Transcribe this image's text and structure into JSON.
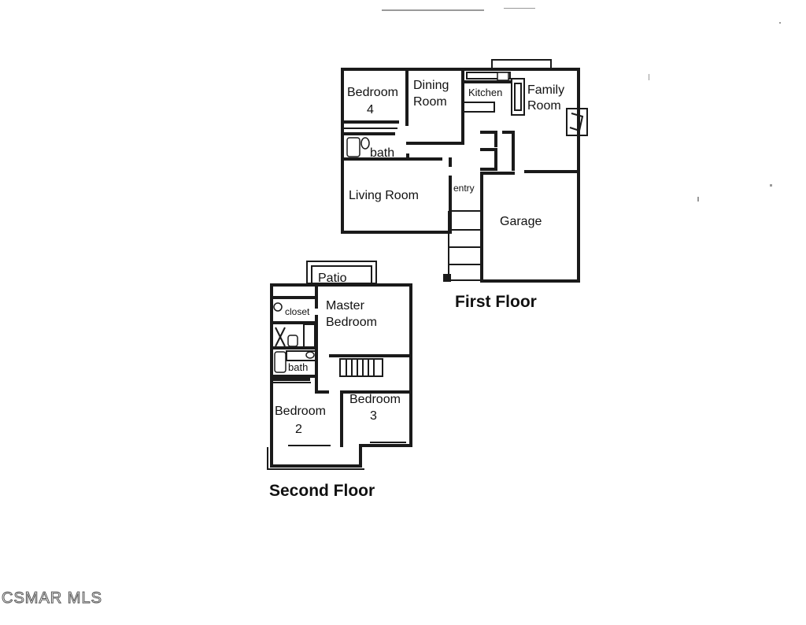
{
  "first_floor": {
    "title": "First Floor",
    "rooms": {
      "bedroom4_line1": "Bedroom",
      "bedroom4_line2": "4",
      "dining_line1": "Dining",
      "dining_line2": "Room",
      "kitchen": "Kitchen",
      "family_line1": "Family",
      "family_line2": "Room",
      "bath": "bath",
      "living": "Living Room",
      "entry": "entry",
      "garage": "Garage"
    }
  },
  "second_floor": {
    "title": "Second Floor",
    "rooms": {
      "patio": "Patio",
      "closet": "closet",
      "master_line1": "Master",
      "master_line2": "Bedroom",
      "bath": "bath",
      "bedroom2_line1": "Bedroom",
      "bedroom2_line2": "2",
      "bedroom3_line1": "Bedroom",
      "bedroom3_line2": "3"
    }
  },
  "watermark": "CSMAR MLS"
}
